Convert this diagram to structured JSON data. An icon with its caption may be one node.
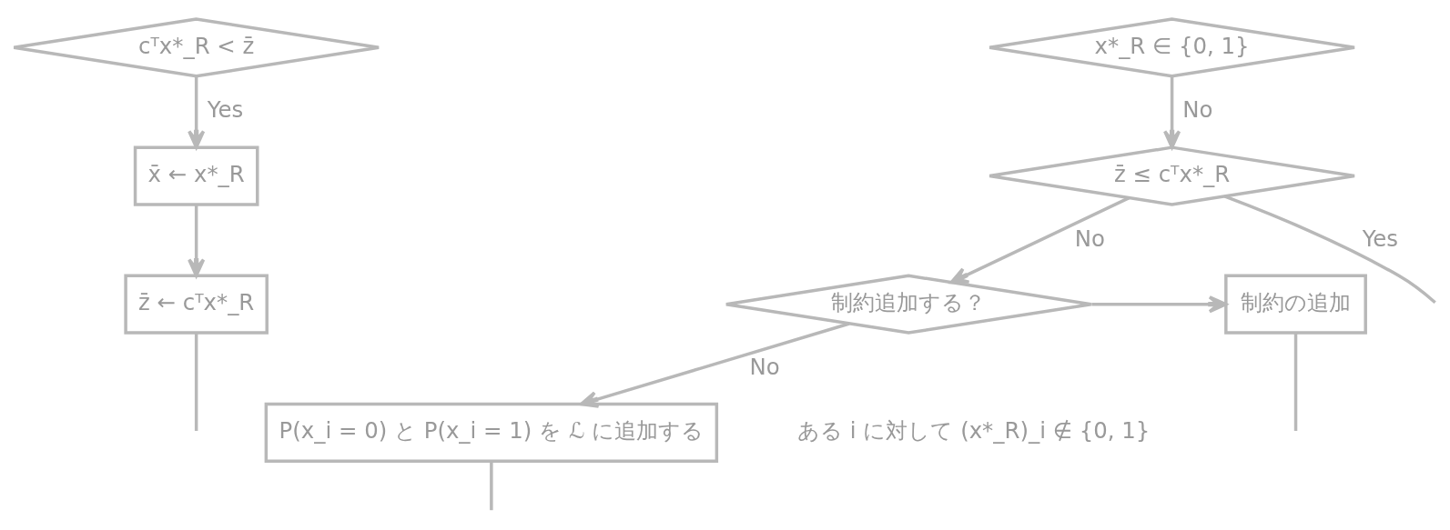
{
  "diagram": {
    "nodes": [
      {
        "text": [
          "cᵀx*_R < z̄"
        ]
      },
      {
        "text": [
          "x*_R ∈ {0, 1}"
        ]
      },
      {
        "text": [
          "x̄ ← x*_R"
        ]
      },
      {
        "text": [
          "z̄ ← cᵀx*_R"
        ]
      },
      {
        "text": [
          "z̄ ≤ cᵀx*_R"
        ]
      },
      {
        "text": [
          "制約追加する？"
        ]
      },
      {
        "text": [
          "制約の追加"
        ]
      },
      {
        "text": [
          "P(x_i = 0) と P(x_i = 1) を ℒ に追加する"
        ]
      }
    ],
    "edges": [
      {
        "from": 0,
        "to": 2,
        "arrow": "to",
        "label": "Yes"
      },
      {
        "from": 1,
        "to": 4,
        "arrow": "to",
        "label": "No"
      },
      {
        "from": 2,
        "to": 3,
        "arrow": "to"
      },
      {
        "from": 3,
        "to": null,
        "arrow": "none"
      },
      {
        "from": 4,
        "to": null,
        "arrow": "none",
        "label": "Yes"
      },
      {
        "from": 4,
        "to": 5,
        "arrow": "to",
        "label": "No"
      },
      {
        "from": 5,
        "to": 6,
        "arrow": "to"
      },
      {
        "from": 5,
        "to": 7,
        "arrow": "to",
        "label": "No"
      },
      {
        "from": 6,
        "to": null,
        "arrow": "none"
      },
      {
        "from": 7,
        "to": null,
        "arrow": "none"
      }
    ],
    "labels": [
      "ある i に対して (x*_R)_i ∉ {0, 1}"
    ]
  }
}
